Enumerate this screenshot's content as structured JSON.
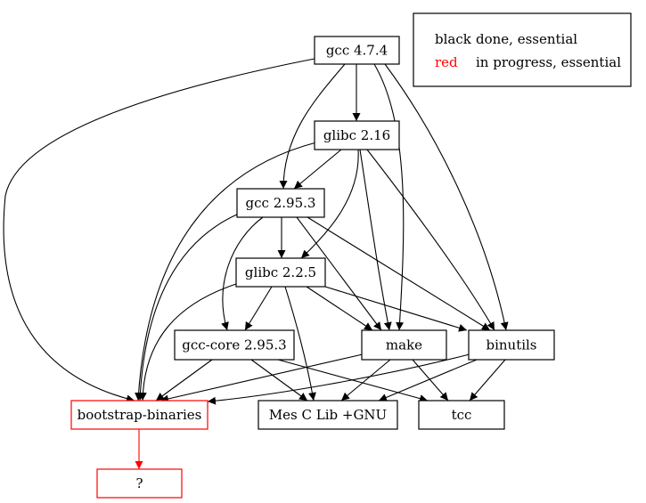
{
  "colors": {
    "default": "#000000",
    "in_progress": "#ff0000",
    "background": "#ffffff"
  },
  "nodes": {
    "gcc474": {
      "label": "gcc 4.7.4",
      "status": "done"
    },
    "glibc216": {
      "label": "glibc 2.16",
      "status": "done"
    },
    "gcc2953": {
      "label": "gcc 2.95.3",
      "status": "done"
    },
    "glibc225": {
      "label": "glibc 2.2.5",
      "status": "done"
    },
    "gcccore": {
      "label": "gcc-core 2.95.3",
      "status": "done"
    },
    "make": {
      "label": "make",
      "status": "done"
    },
    "binutils": {
      "label": "binutils",
      "status": "done"
    },
    "bootstrap": {
      "label": "bootstrap-binaries",
      "status": "in_progress"
    },
    "mes": {
      "label": "Mes C Lib +GNU",
      "status": "done"
    },
    "tcc": {
      "label": "tcc",
      "status": "done"
    },
    "unknown": {
      "label": "?",
      "status": "in_progress"
    }
  },
  "legend": {
    "rows": [
      {
        "key": "black",
        "desc": "done, essential"
      },
      {
        "key": "red",
        "desc": "in progress, essential"
      }
    ]
  }
}
